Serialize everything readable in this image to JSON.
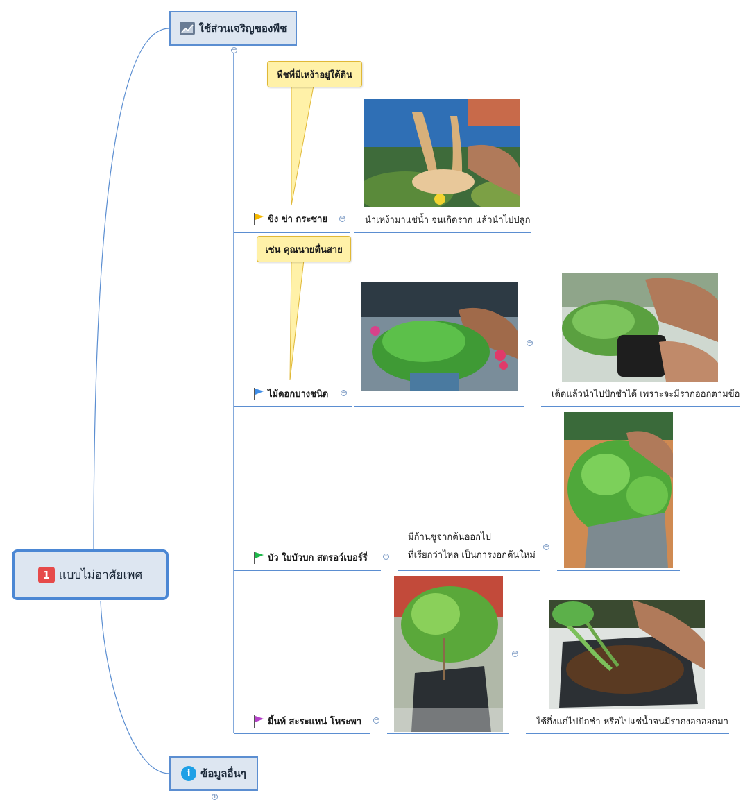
{
  "root": {
    "badge": "1",
    "label": "แบบไม่อาศัยเพศ"
  },
  "main_topics": {
    "vegetative": {
      "label": "ใช้ส่วนเจริญของพืช",
      "icon": "chart-icon"
    },
    "other": {
      "label": "ข้อมูลอื่นๆ",
      "icon": "info-icon",
      "icon_glyph": "i"
    }
  },
  "branches": [
    {
      "label": "ขิง ข่า กระชาย",
      "flag_color": "#f5b800",
      "callout": "พืชที่มีเหง้าอยู่ใต้ดิน",
      "note": "นำเหง้ามาแช่น้ำ จนเกิดราก แล้วนำไปปลูก",
      "photo": "ginger-rhizome-photo"
    },
    {
      "label": "ไม้ดอกบางชนิด",
      "flag_color": "#3f8ee8",
      "callout": "เช่น คุณนายตื่นสาย",
      "note": "เด็ดแล้วนำไปปักชำได้ เพราะจะมีรากออกตามข้อ",
      "photos": [
        "portulaca-pot-photo",
        "portulaca-cutting-photo"
      ]
    },
    {
      "label": "บัว ใบบัวบก สตรอว์เบอร์รี่",
      "flag_color": "#1fb84a",
      "note_line1": "มีก้านชูจากต้นออกไป",
      "note_line2": "ที่เรียกว่าไหล เป็นการงอกต้นใหม่",
      "photo": "strawberry-pot-photo"
    },
    {
      "label": "มิ้นท์ สะระแหน่ โหระพา",
      "flag_color": "#b542c8",
      "note": "ใช้กิ่งแก่ไปปักชำ หรือไปแช่น้ำจนมีรากงอกออกมา",
      "photos": [
        "mint-bag-photo",
        "mint-planting-photo"
      ]
    }
  ],
  "colors": {
    "line": "#5b8ed1",
    "topic_fill": "#dde6f1",
    "callout_fill": "#fff1a8"
  }
}
